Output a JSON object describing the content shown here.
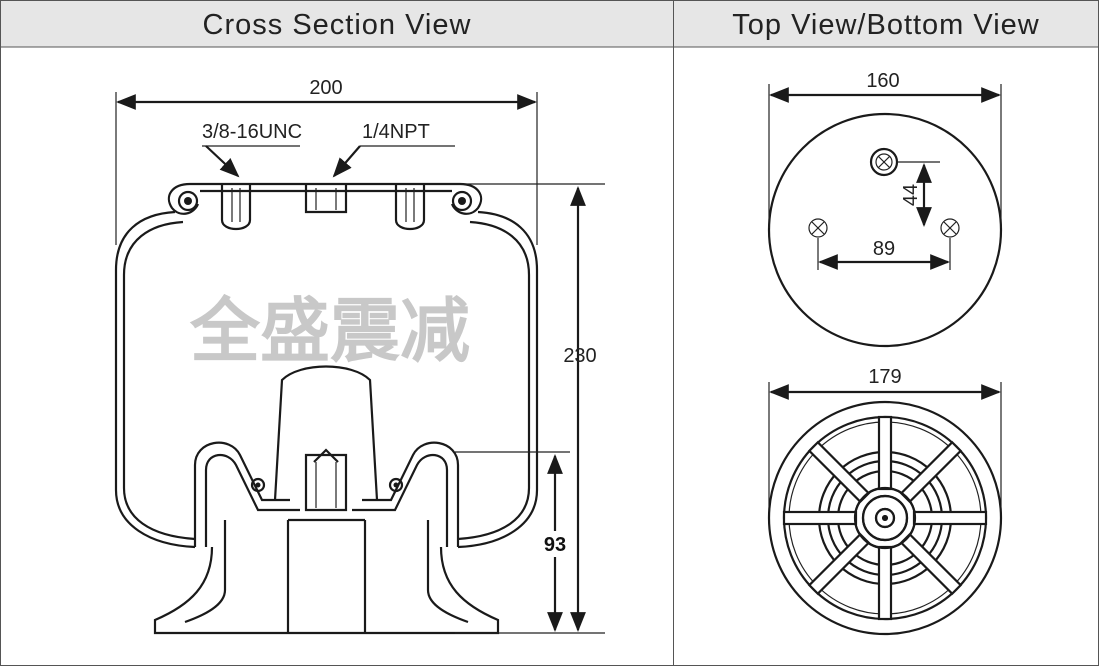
{
  "header": {
    "left_title": "Cross Section View",
    "right_title": "Top View/Bottom View"
  },
  "cross_section": {
    "width_label": "200",
    "thread_label": "3/8-16UNC",
    "port_label": "1/4NPT",
    "height_label": "230",
    "piston_height_label": "93",
    "watermark": "全盛震减"
  },
  "top_view": {
    "diameter_label": "160",
    "vertical_spacing_label": "44",
    "horizontal_spacing_label": "89"
  },
  "bottom_view": {
    "diameter_label": "179"
  },
  "colors": {
    "header_bg": "#e6e6e6",
    "line": "#1a1a1a",
    "watermark": "#c8c8c8"
  }
}
